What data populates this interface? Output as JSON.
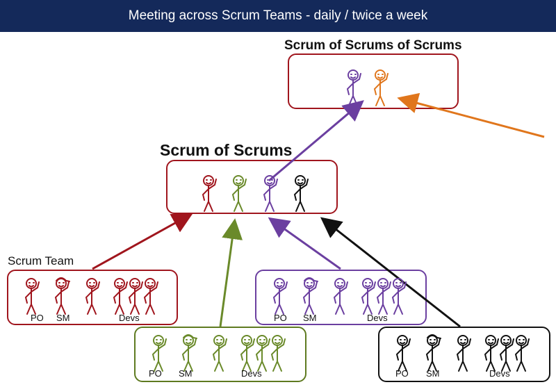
{
  "header": {
    "title": "Meeting across Scrum Teams - daily / twice a week"
  },
  "labels": {
    "scrum_of_scrums_of_scrums": "Scrum of Scrums of Scrums",
    "scrum_of_scrums": "Scrum of Scrums",
    "scrum_team": "Scrum Team"
  },
  "roles": {
    "po": "PO",
    "sm": "SM",
    "devs": "Devs"
  },
  "colors": {
    "header_bg": "#14295a",
    "red": "#a0151d",
    "green": "#6a8a2a",
    "purple": "#6b3fa0",
    "black": "#111111",
    "orange": "#e0761c",
    "box_border_top": "#a0151d"
  },
  "teams": [
    {
      "id": "team-red",
      "color_key": "red"
    },
    {
      "id": "team-green",
      "color_key": "green"
    },
    {
      "id": "team-purple",
      "color_key": "purple"
    },
    {
      "id": "team-black",
      "color_key": "black"
    }
  ]
}
